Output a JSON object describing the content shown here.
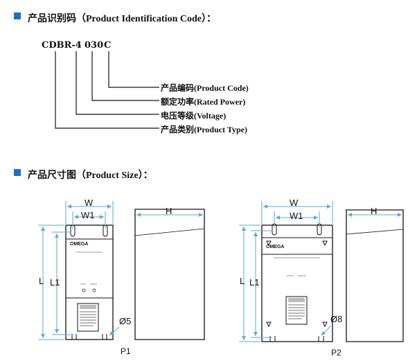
{
  "section1": {
    "heading": "产品识别码（Product Identification Code）："
  },
  "code": {
    "part1": "CDBR-4",
    "part2": "030",
    "part3": "C"
  },
  "legend": [
    "产品编码(Product Code)",
    "额定功率(Rated Power)",
    "电压等级(Voltage)",
    "产品类别(Product Type)"
  ],
  "section2": {
    "heading": "产品尺寸图（Product Size）："
  },
  "p1": {
    "w": "W",
    "w1": "W1",
    "l": "L",
    "l1": "L1",
    "h": "H",
    "hole": "Ø5",
    "brand": "OMEGA",
    "caption": "P1"
  },
  "p2": {
    "w": "W",
    "w1": "W1",
    "l": "L",
    "l1": "L1",
    "h": "H",
    "hole": "Ø8",
    "brand": "OMEGA",
    "caption": "P2"
  },
  "colors": {
    "accent": "#1f6fc8",
    "dim_line": "#5aa9d6"
  }
}
